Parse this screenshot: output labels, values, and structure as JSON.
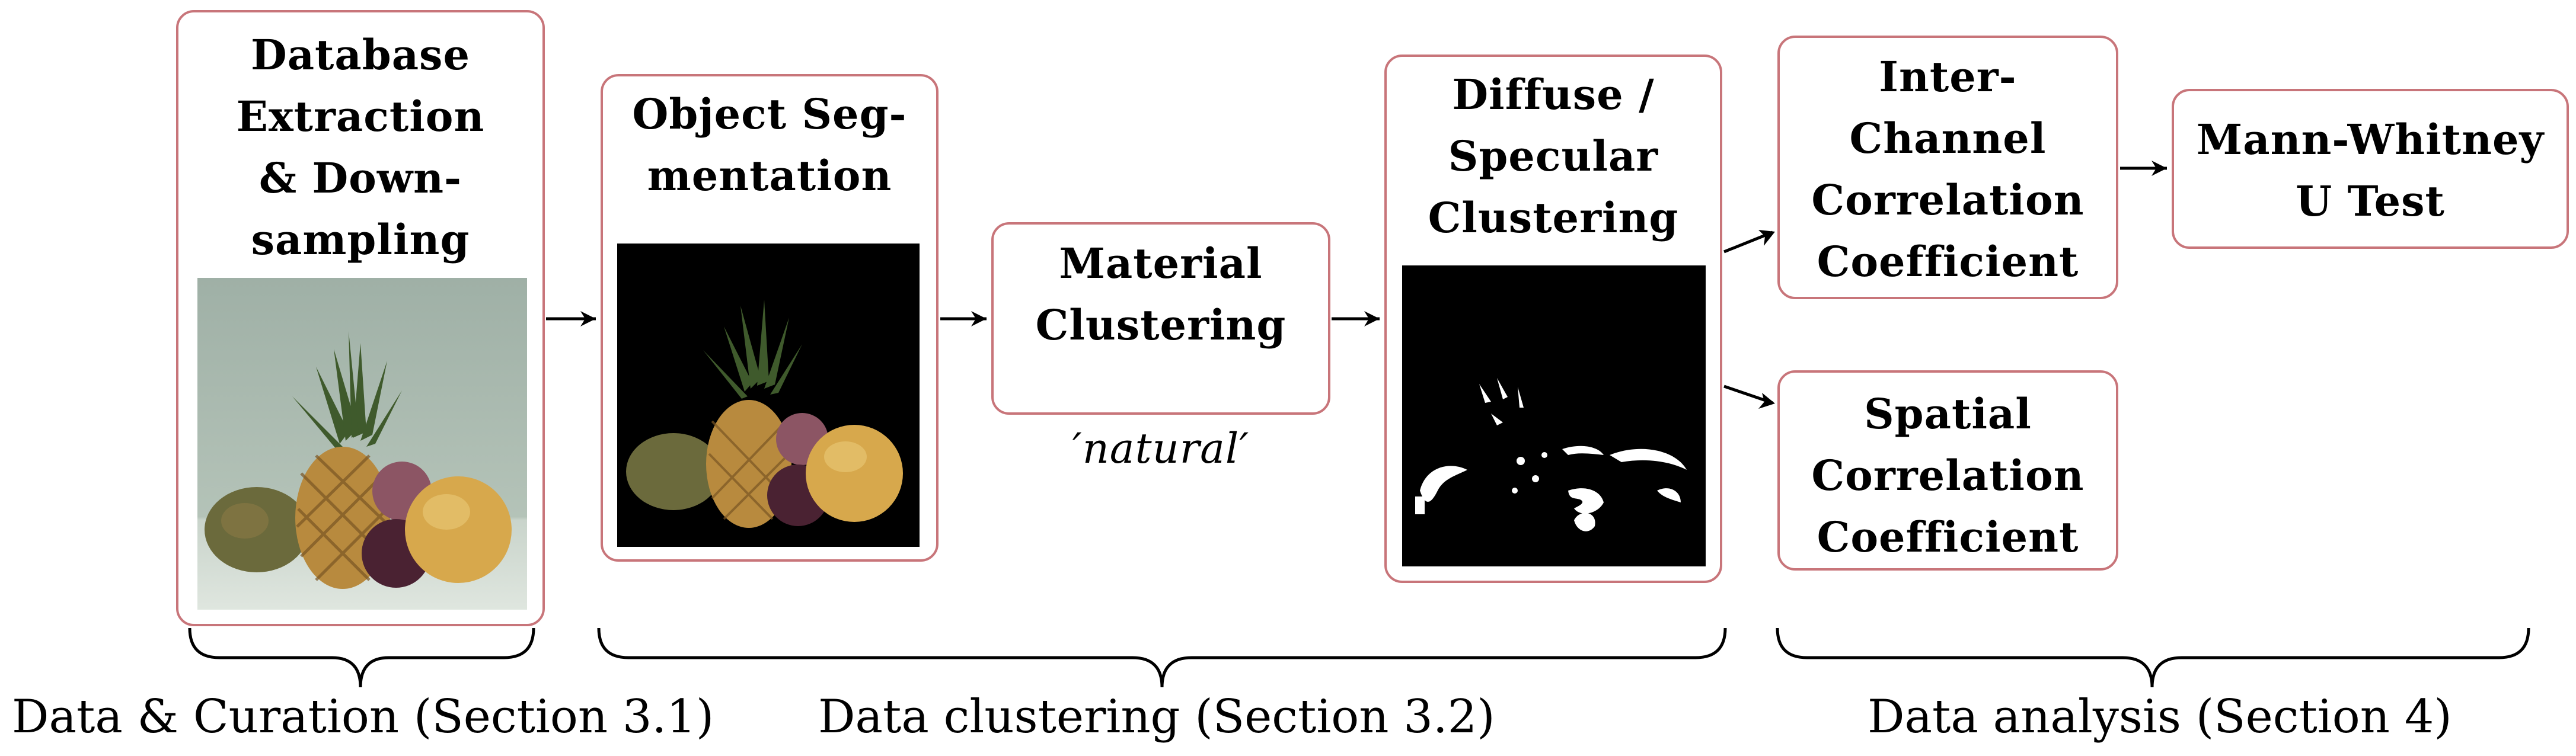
{
  "boxes": {
    "database": {
      "label": "Database\nExtraction\n& Down-\nsampling"
    },
    "segmentation": {
      "label": "Object Seg-\nmentation"
    },
    "material": {
      "label": "Material\nClustering",
      "subtitle": "′natural′"
    },
    "diffuse": {
      "label": "Diffuse /\nSpecular\nClustering"
    },
    "interchannel": {
      "label": "Inter-\nChannel\nCorrelation\nCoefficient"
    },
    "spatial": {
      "label": "Spatial\nCorrelation\nCoefficient"
    },
    "mannwhitney": {
      "label": "Mann-Whitney\nU Test"
    }
  },
  "images": {
    "original": {
      "icon": "fruit-still-life-photo",
      "background": "#a9b8ad"
    },
    "segmented": {
      "icon": "segmented-fruit-photo",
      "background": "#000000"
    },
    "mask": {
      "icon": "specular-mask-image",
      "background": "#000000"
    }
  },
  "sections": {
    "data": "Data & Curation (Section 3.1)",
    "clustering": "Data clustering (Section 3.2)",
    "analysis": "Data analysis (Section 4)"
  },
  "colors": {
    "box_border": "#c8757a",
    "arrow": "#000000",
    "text": "#000000"
  }
}
